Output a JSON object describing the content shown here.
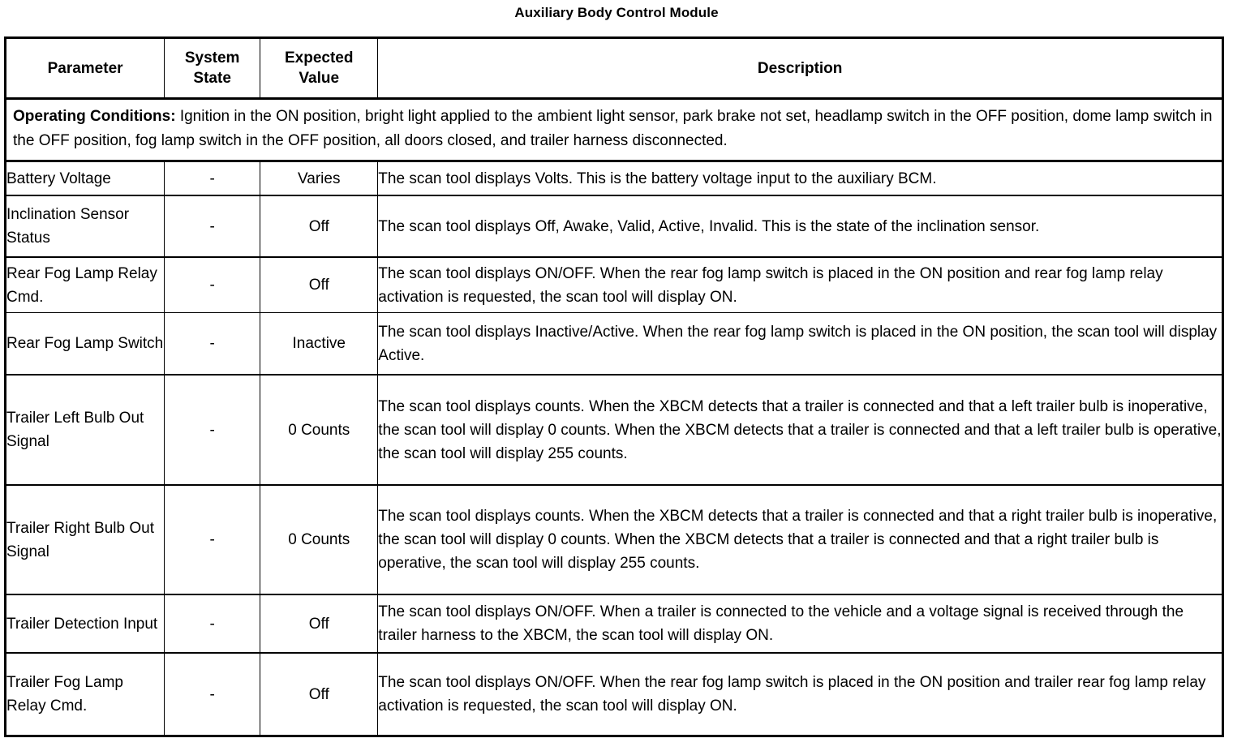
{
  "document": {
    "title": "Auxiliary Body Control Module"
  },
  "table": {
    "columns": [
      {
        "id": "parameter",
        "label": "Parameter"
      },
      {
        "id": "system_state",
        "label": "System\nState",
        "line1": "System",
        "line2": "State"
      },
      {
        "id": "expected_value",
        "label": "Expected\nValue",
        "line1": "Expected",
        "line2": "Value"
      },
      {
        "id": "description",
        "label": "Description"
      }
    ],
    "operating_conditions": {
      "label": "Operating Conditions:",
      "text": " Ignition in the ON position, bright light applied to the ambient light sensor, park brake not set, headlamp switch in the OFF position, dome lamp switch in the OFF position, fog lamp switch in the OFF position, all doors closed, and trailer harness disconnected."
    },
    "rows": [
      {
        "parameter": "Battery Voltage",
        "system_state": "-",
        "expected_value": "Varies",
        "description": "The scan tool displays Volts. This is the battery voltage input to the auxiliary BCM."
      },
      {
        "parameter": "Inclination Sensor Status",
        "system_state": "-",
        "expected_value": "Off",
        "description": "The scan tool displays Off, Awake, Valid, Active, Invalid. This is the state of the inclination sensor."
      },
      {
        "parameter": "Rear Fog Lamp Relay Cmd.",
        "system_state": "-",
        "expected_value": "Off",
        "description": "The scan tool displays ON/OFF. When the rear fog lamp switch is placed in the ON position and rear fog lamp relay activation is requested, the scan tool will display ON."
      },
      {
        "parameter": "Rear Fog Lamp Switch",
        "system_state": "-",
        "expected_value": "Inactive",
        "description": "The scan tool displays Inactive/Active. When the rear fog lamp switch is placed in the ON position, the scan tool will display Active."
      },
      {
        "parameter": "Trailer Left Bulb Out Signal",
        "system_state": "-",
        "expected_value": "0 Counts",
        "description": "The scan tool displays counts. When the XBCM detects that a trailer is connected and that a left trailer bulb is inoperative, the scan tool will display 0 counts. When the XBCM detects that a trailer is connected and that a left trailer bulb is operative, the scan tool will display 255 counts."
      },
      {
        "parameter": "Trailer Right Bulb Out Signal",
        "system_state": "-",
        "expected_value": "0 Counts",
        "description": "The scan tool displays counts. When the XBCM detects that a trailer is connected and that a right trailer bulb is inoperative, the scan tool will display 0 counts. When the XBCM detects that a trailer is connected and that a right trailer bulb is operative, the scan tool will display 255 counts."
      },
      {
        "parameter": "Trailer Detection Input",
        "system_state": "-",
        "expected_value": "Off",
        "description": "The scan tool displays ON/OFF. When a trailer is connected to the vehicle and a voltage signal is received through the trailer harness to the XBCM, the scan tool will display ON."
      },
      {
        "parameter": "Trailer Fog Lamp Relay Cmd.",
        "system_state": "-",
        "expected_value": "Off",
        "description": "The scan tool displays ON/OFF. When the rear fog lamp switch is placed in the ON position and trailer rear fog lamp relay activation is requested, the scan tool will display ON."
      }
    ]
  },
  "colors": {
    "text": "#000000",
    "background": "#ffffff",
    "border": "#000000"
  }
}
